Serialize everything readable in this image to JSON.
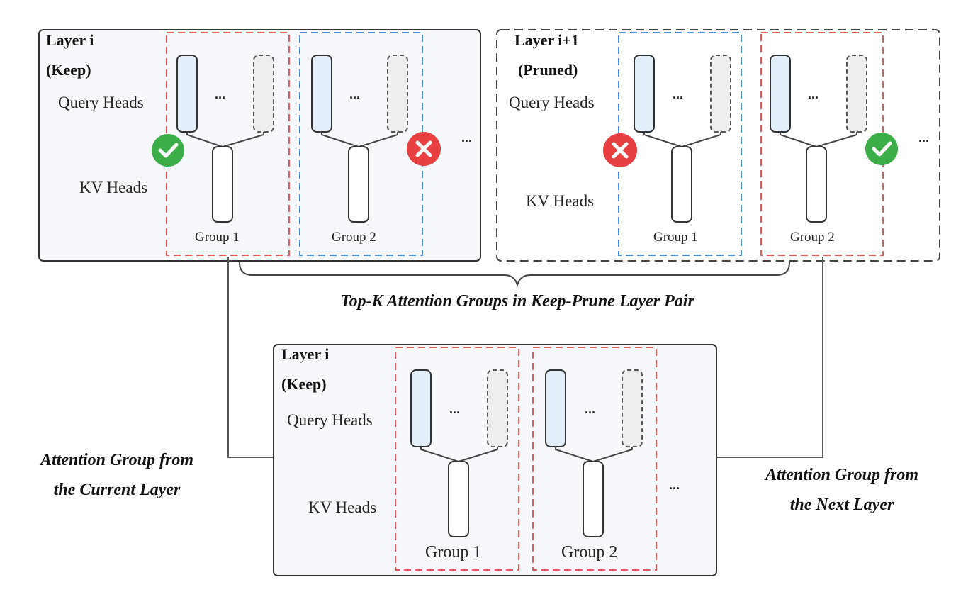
{
  "colors": {
    "keep_group": "#e85a5a",
    "pruned_group": "#4a90e2",
    "check": "#3cae48",
    "cross": "#e84040",
    "query_active": "#e3eefb",
    "query_inactive": "#eeeeee",
    "panel_fill": "#f7f8fc",
    "line": "#555555"
  },
  "icons": {
    "keep": "check-icon",
    "prune": "cross-icon"
  },
  "top_left": {
    "title_line1": "Layer i",
    "title_line2": "(Keep)",
    "query_label": "Query Heads",
    "kv_label": "KV Heads",
    "group1": "Group 1",
    "group2": "Group 2",
    "ellipsis": "..."
  },
  "top_right": {
    "title_line1": "Layer i+1",
    "title_line2": "(Pruned)",
    "query_label": "Query Heads",
    "kv_label": "KV Heads",
    "group1": "Group 1",
    "group2": "Group 2",
    "ellipsis": "..."
  },
  "bottom": {
    "title_line1": "Layer i",
    "title_line2": "(Keep)",
    "query_label": "Query Heads",
    "kv_label": "KV Heads",
    "group1": "Group 1",
    "group2": "Group 2",
    "ellipsis": "..."
  },
  "captions": {
    "brace": "Top-K Attention Groups in Keep-Prune Layer Pair",
    "left_line1": "Attention Group from",
    "left_line2": "the Current Layer",
    "right_line1": "Attention Group from",
    "right_line2": "the Next Layer"
  }
}
